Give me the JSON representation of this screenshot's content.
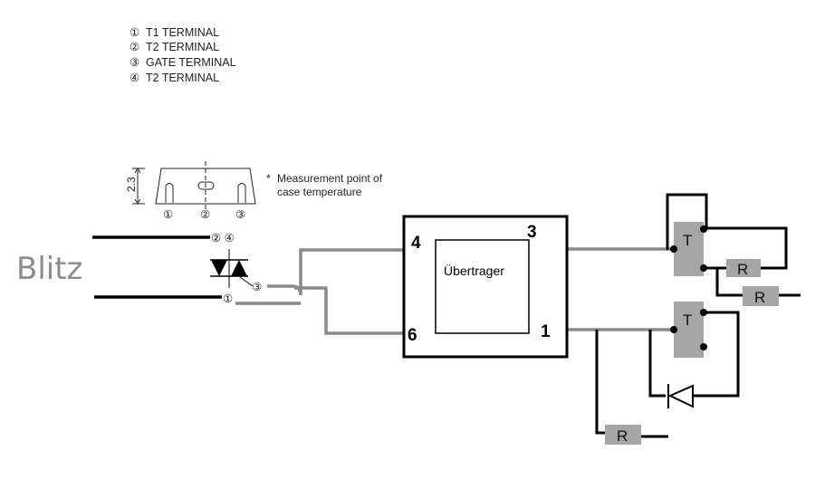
{
  "legend": {
    "items": [
      {
        "sym": "①",
        "label": "T1 TERMINAL"
      },
      {
        "sym": "②",
        "label": "T2 TERMINAL"
      },
      {
        "sym": "③",
        "label": "GATE TERMINAL"
      },
      {
        "sym": "④",
        "label": "T2 TERMINAL"
      }
    ]
  },
  "package": {
    "dimension": "2.3",
    "note_line1": "Measurement point of",
    "note_line2": "case temperature",
    "note_star": "*",
    "pins": [
      "①",
      "②",
      "③"
    ]
  },
  "triac": {
    "t2_label": "② ④",
    "gate_label": "③",
    "t1_label": "①"
  },
  "blitz_label": "Blitz",
  "transformer": {
    "label": "Übertrager",
    "pins": {
      "p4": "4",
      "p3": "3",
      "p6": "6",
      "p1": "1"
    }
  },
  "components": {
    "t_upper": "T",
    "t_lower": "T",
    "r_upper": "R",
    "r_middle": "R",
    "r_bottom": "R"
  },
  "colors": {
    "wire_black": "#000000",
    "wire_gray": "#8a8a8a",
    "component_fill": "#a6a6a6"
  }
}
